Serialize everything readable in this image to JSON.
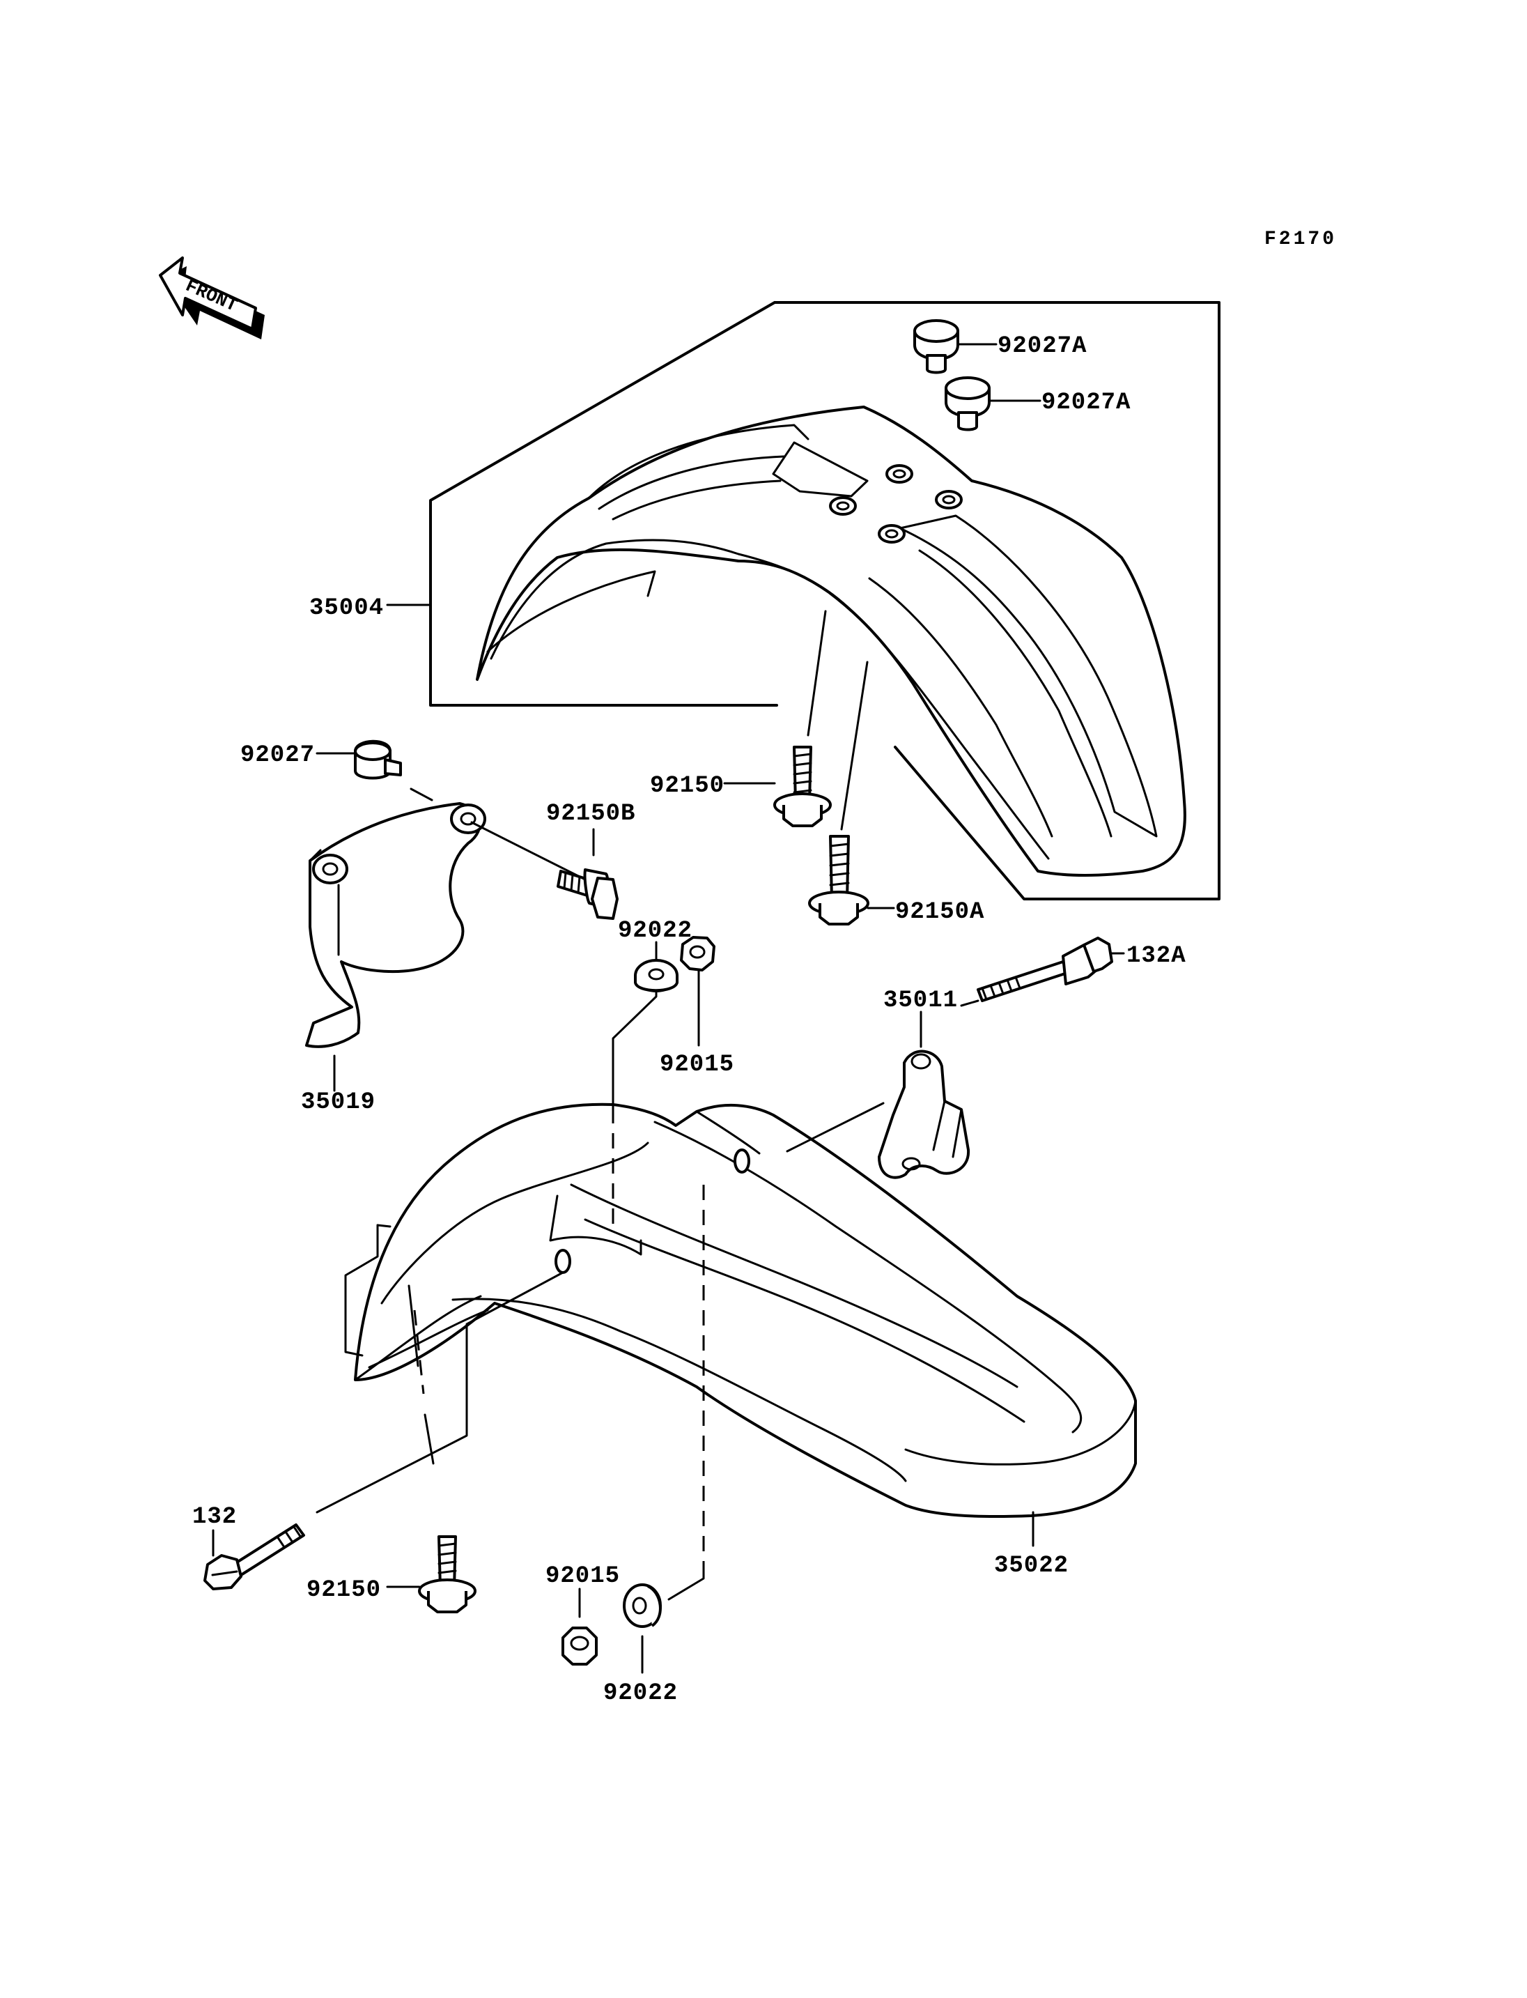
{
  "figure_code": "F2170",
  "front_indicator": {
    "text": "FRONT"
  },
  "labels": {
    "p92027A_1": "92027A",
    "p92027A_2": "92027A",
    "p35004": "35004",
    "p92027": "92027",
    "p92150B": "92150B",
    "p92150_top": "92150",
    "p92150A": "92150A",
    "p92022_top": "92022",
    "p92015_top": "92015",
    "p35011": "35011",
    "p132A": "132A",
    "p35019": "35019",
    "p132": "132",
    "p92150_bottom": "92150",
    "p92015_bottom": "92015",
    "p92022_bottom": "92022",
    "p35022": "35022"
  }
}
